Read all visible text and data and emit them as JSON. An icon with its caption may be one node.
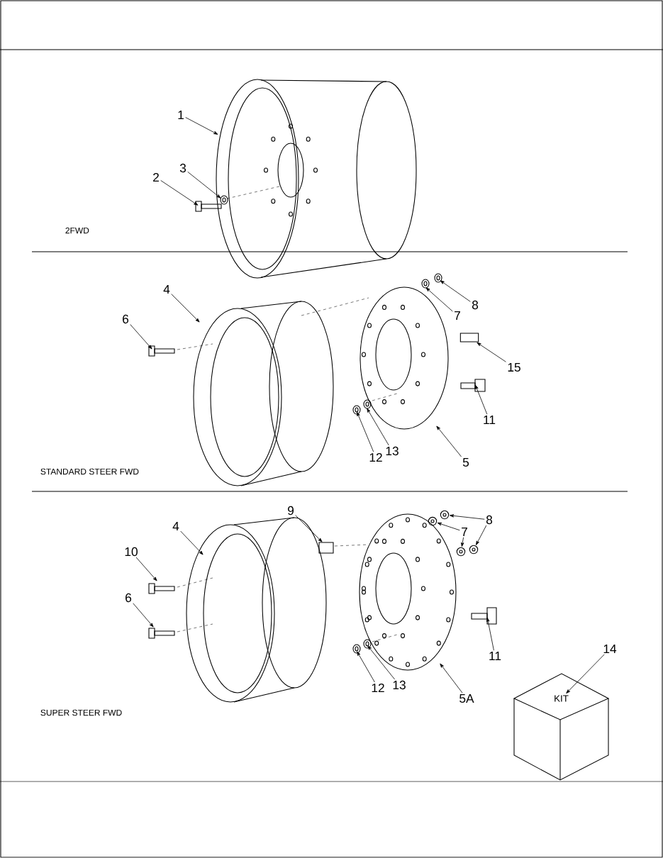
{
  "diagram": {
    "nodes": [
      {
        "text": [
          "1"
        ]
      },
      {
        "text": [
          "2"
        ]
      },
      {
        "text": [
          "3"
        ]
      },
      {
        "text": [
          "4"
        ]
      },
      {
        "text": [
          "6"
        ]
      },
      {
        "text": [
          "7"
        ]
      },
      {
        "text": [
          "8"
        ]
      },
      {
        "text": [
          "15"
        ]
      },
      {
        "text": [
          "11"
        ]
      },
      {
        "text": [
          "12"
        ]
      },
      {
        "text": [
          "13"
        ]
      },
      {
        "text": [
          "5"
        ]
      },
      {
        "text": [
          "9"
        ]
      },
      {
        "text": [
          "4"
        ]
      },
      {
        "text": [
          "10"
        ]
      },
      {
        "text": [
          "6"
        ]
      },
      {
        "text": [
          "7"
        ]
      },
      {
        "text": [
          "8"
        ]
      },
      {
        "text": [
          "11"
        ]
      },
      {
        "text": [
          "12"
        ]
      },
      {
        "text": [
          "13"
        ]
      },
      {
        "text": [
          "5A"
        ]
      },
      {
        "text": [
          "14"
        ]
      },
      {
        "text": [
          "KIT"
        ]
      },
      {
        "text": [],
        "shape": "cylinder"
      },
      {
        "text": [],
        "shape": "circle"
      },
      {
        "text": [],
        "shape": "circle"
      },
      {
        "text": [],
        "shape": "circle"
      },
      {
        "text": [],
        "shape": "circle"
      }
    ],
    "edges": [
      {
        "from": 0,
        "to": null,
        "arrow": "to"
      },
      {
        "from": 1,
        "to": null,
        "arrow": "to"
      },
      {
        "from": 2,
        "to": null,
        "arrow": "to"
      },
      {
        "from": 3,
        "to": null,
        "arrow": "to"
      },
      {
        "from": 4,
        "to": null,
        "arrow": "to"
      },
      {
        "from": 5,
        "to": null,
        "arrow": "to"
      },
      {
        "from": 6,
        "to": null,
        "arrow": "to"
      },
      {
        "from": 7,
        "to": 24,
        "arrow": "to"
      },
      {
        "from": 8,
        "to": null,
        "arrow": "to"
      },
      {
        "from": 9,
        "to": null,
        "arrow": "to"
      },
      {
        "from": 10,
        "to": null,
        "arrow": "to"
      },
      {
        "from": 11,
        "to": null,
        "arrow": "to"
      },
      {
        "from": 12,
        "to": null,
        "arrow": "to"
      },
      {
        "from": 13,
        "to": null,
        "arrow": "to"
      },
      {
        "from": 14,
        "to": null,
        "arrow": "to"
      },
      {
        "from": 15,
        "to": null,
        "arrow": "to"
      },
      {
        "from": 16,
        "to": 27,
        "arrow": "to"
      },
      {
        "from": 16,
        "to": 28,
        "arrow": "to"
      },
      {
        "from": 17,
        "to": 25,
        "arrow": "to"
      },
      {
        "from": 17,
        "to": 26,
        "arrow": "to"
      },
      {
        "from": 18,
        "to": null,
        "arrow": "to"
      },
      {
        "from": 19,
        "to": null,
        "arrow": "to"
      },
      {
        "from": 20,
        "to": null,
        "arrow": "to"
      },
      {
        "from": 21,
        "to": null,
        "arrow": "to"
      },
      {
        "from": 22,
        "to": 23,
        "arrow": "to"
      }
    ],
    "labels": [
      "2FWD",
      "STANDARD STEER FWD",
      "SUPER STEER FWD"
    ]
  }
}
